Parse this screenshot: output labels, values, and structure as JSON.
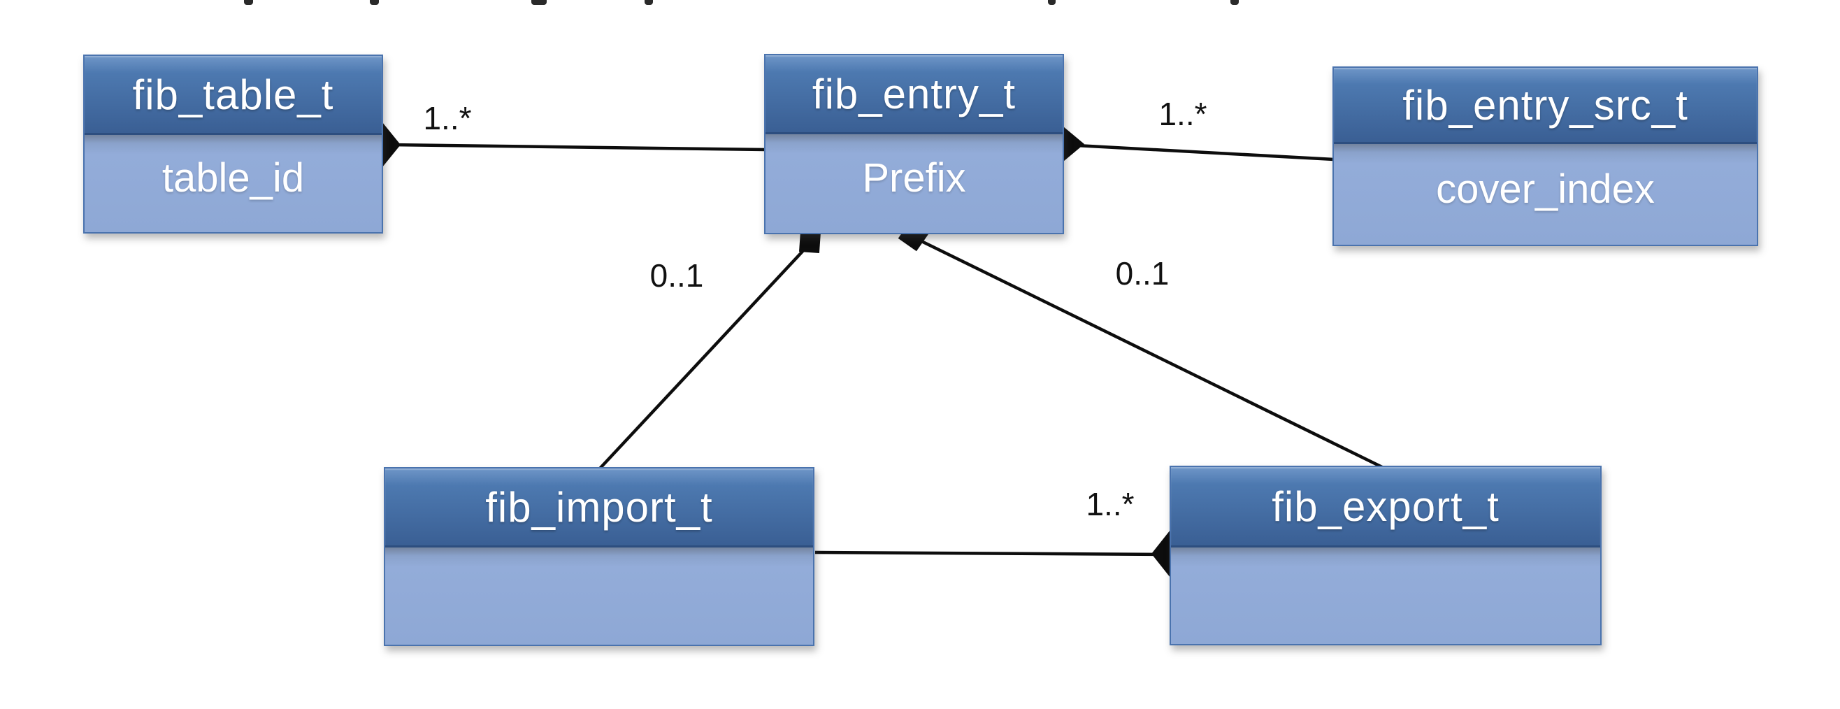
{
  "colors": {
    "header_top": "#6f96c8",
    "header_mid": "#4d79b0",
    "header_bottom": "#3a5f94",
    "body_fill": "#93acd9",
    "body_fill_bottom": "#8ea8d5",
    "body_shadow": "#73849f",
    "box_border": "#4a73ae",
    "connector": "#0d0d0d",
    "label_text": "#111111",
    "title_text": "#ffffff",
    "background": "#ffffff"
  },
  "diagram": {
    "type": "uml-class-diagram",
    "classes": [
      {
        "name": "fib_table_t",
        "attribute": "table_id"
      },
      {
        "name": "fib_entry_t",
        "attribute": "Prefix"
      },
      {
        "name": "fib_entry_src_t",
        "attribute": "cover_index"
      },
      {
        "name": "fib_import_t",
        "attribute": ""
      },
      {
        "name": "fib_export_t",
        "attribute": ""
      }
    ],
    "relationships": [
      {
        "from": "fib_table_t",
        "to": "fib_entry_t",
        "multiplicity": "1..*",
        "type": "composition",
        "diamond_at": "fib_table_t"
      },
      {
        "from": "fib_entry_t",
        "to": "fib_entry_src_t",
        "multiplicity": "1..*",
        "type": "composition",
        "diamond_at": "fib_entry_t"
      },
      {
        "from": "fib_entry_t",
        "to": "fib_import_t",
        "multiplicity": "0..1",
        "type": "composition",
        "diamond_at": "fib_entry_t"
      },
      {
        "from": "fib_entry_t",
        "to": "fib_export_t",
        "multiplicity": "0..1",
        "type": "composition",
        "diamond_at": "fib_entry_t"
      },
      {
        "from": "fib_import_t",
        "to": "fib_export_t",
        "multiplicity": "1..*",
        "type": "composition",
        "diamond_at": "fib_export_t"
      }
    ]
  }
}
